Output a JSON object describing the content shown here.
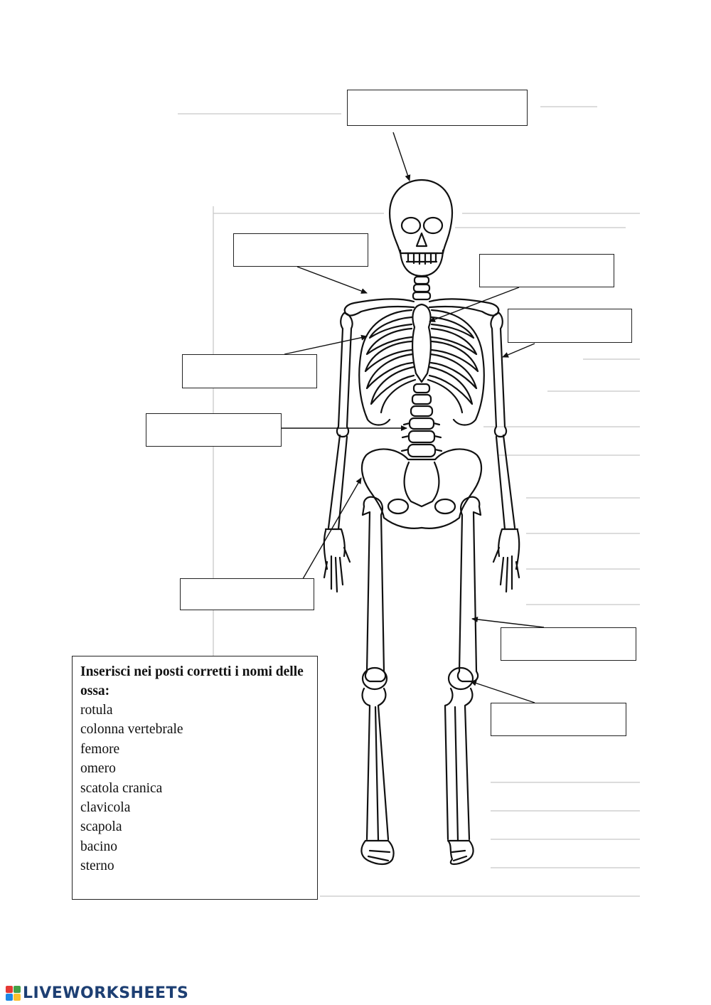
{
  "instructions": {
    "title": "Inserisci nei posti corretti i nomi delle ossa:",
    "words": [
      "rotula",
      "colonna vertebrale",
      "femore",
      "omero",
      "scatola cranica",
      "clavicola",
      "scapola",
      "bacino",
      "sterno"
    ]
  },
  "answer_boxes": [
    {
      "id": "box-skull",
      "value": ""
    },
    {
      "id": "box-clavicle",
      "value": ""
    },
    {
      "id": "box-sternum",
      "value": ""
    },
    {
      "id": "box-humerus",
      "value": ""
    },
    {
      "id": "box-ribs",
      "value": ""
    },
    {
      "id": "box-spine",
      "value": ""
    },
    {
      "id": "box-pelvis",
      "value": ""
    },
    {
      "id": "box-femur",
      "value": ""
    },
    {
      "id": "box-patella",
      "value": ""
    }
  ],
  "branding": {
    "text": "LIVEWORKSHEETS",
    "text_color": "#1d3f73",
    "mark_colors": [
      "#e53935",
      "#43a047",
      "#1e88e5",
      "#fbc02d"
    ]
  },
  "colors": {
    "line": "#111111",
    "faint_text": "#9a9a9a"
  }
}
